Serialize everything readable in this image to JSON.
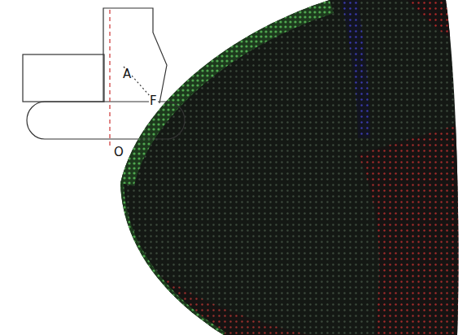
{
  "diagram": {
    "labels": [
      "A",
      "F",
      "O"
    ]
  }
}
